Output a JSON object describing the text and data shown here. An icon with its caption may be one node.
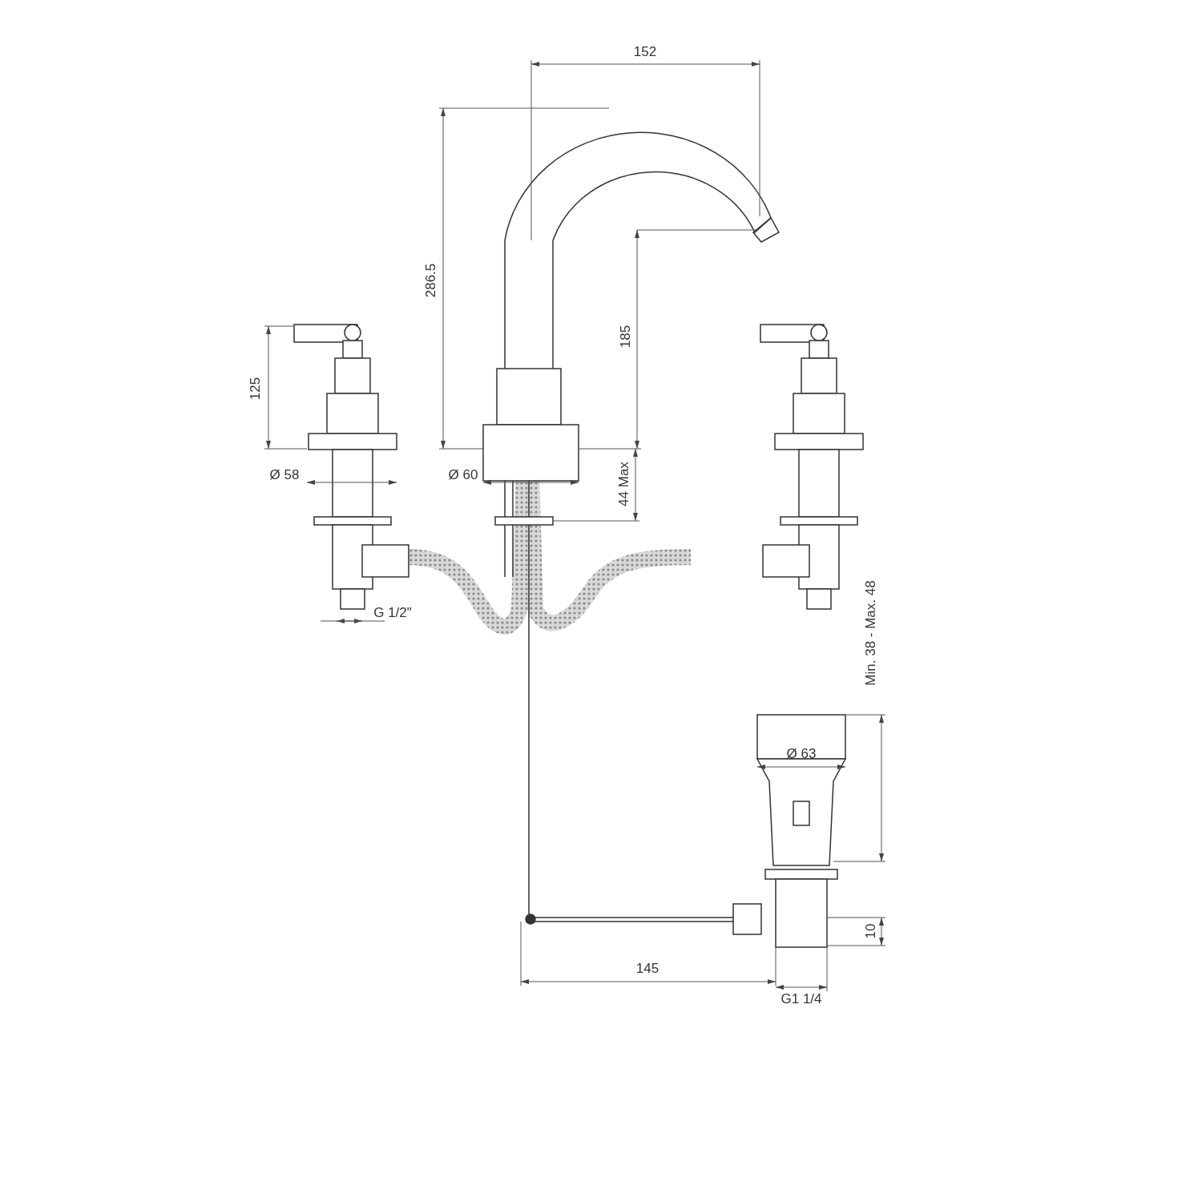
{
  "diagram": {
    "labels": [
      "152",
      "286.5",
      "185",
      "125",
      "Ø 58",
      "Ø 60",
      "44 Max",
      "G 1/2\"",
      "Min. 38 - Max. 48",
      "Ø 63",
      "145",
      "G1 1/4",
      "10"
    ]
  }
}
